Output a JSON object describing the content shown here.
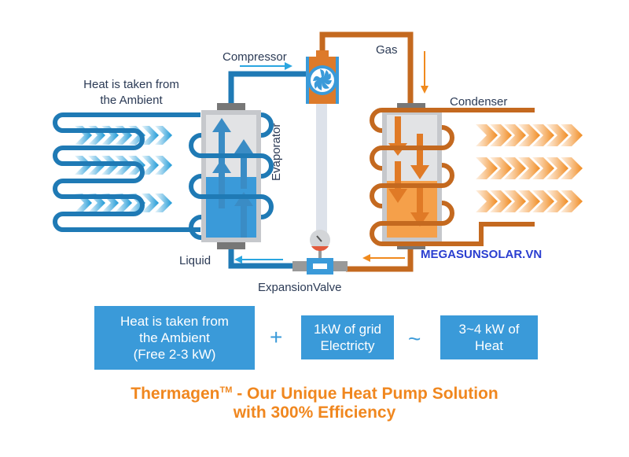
{
  "labels": {
    "heat_from_ambient_line1": "Heat is taken from",
    "heat_from_ambient_line2": "the Ambient",
    "compressor": "Compressor",
    "gas": "Gas",
    "condenser": "Condenser",
    "evaporator": "Evaporator",
    "liquid": "Liquid",
    "expansion_valve": "ExpansionValve",
    "watermark": "MEGASUNSOLAR.VN"
  },
  "equation": {
    "box1": [
      "Heat is taken from",
      "the Ambient",
      "(Free 2-3 kW)"
    ],
    "op1": "+",
    "box2": [
      "1kW of grid",
      "Electricty"
    ],
    "op2": "~",
    "box3": [
      "3~4 kW of",
      "Heat"
    ]
  },
  "title": {
    "brand": "Thermagen",
    "trademark": "TM",
    "line1_rest": " - Our Unique Heat Pump Solution",
    "line2": "with 300% Efficiency"
  },
  "colors": {
    "cold_blue": "#1f7ab5",
    "light_blue": "#3a9ad9",
    "hot_orange": "#c4691f",
    "orange_fill": "#f5a04a",
    "title_orange": "#f0871f",
    "text_dark": "#2b3a55",
    "watermark_blue": "#2a3ed0"
  }
}
